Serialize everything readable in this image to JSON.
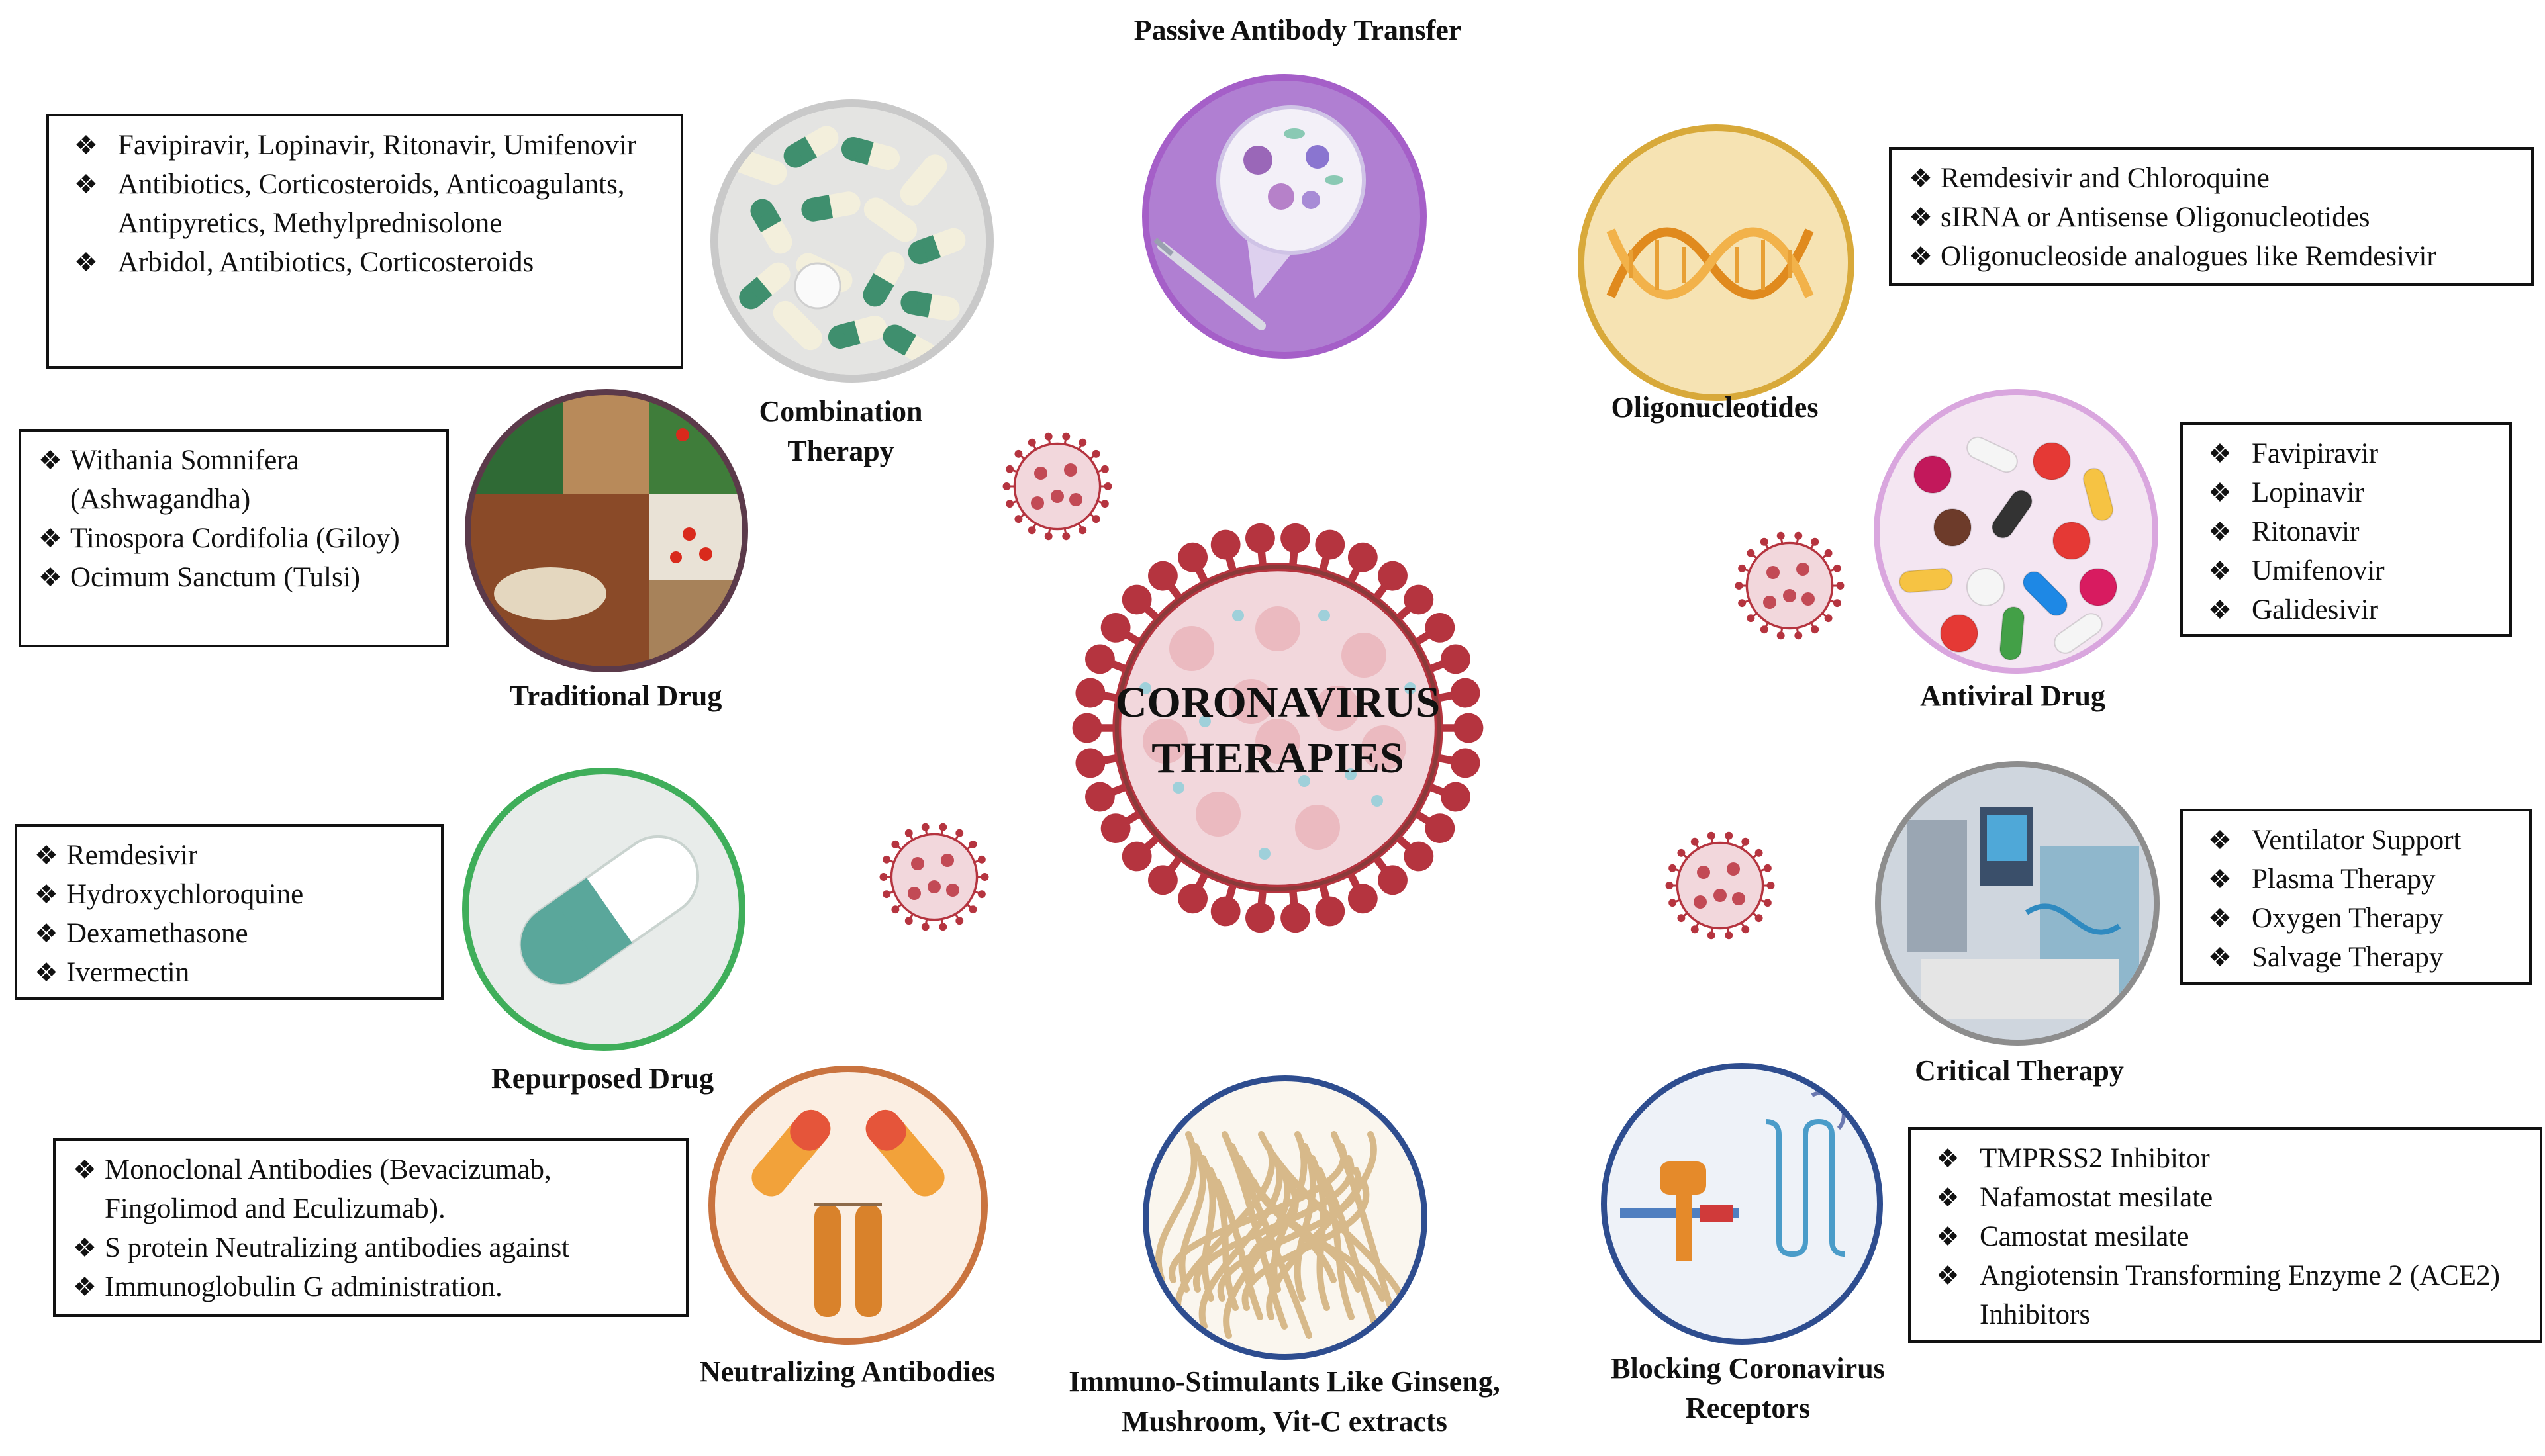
{
  "center": {
    "line1": "CORONAVIRUS",
    "line2": "THERAPIES"
  },
  "nodes": {
    "passive": {
      "label": "Passive Antibody Transfer"
    },
    "combination": {
      "label_line1": "Combination",
      "label_line2": "Therapy",
      "items": [
        "Favipiravir, Lopinavir, Ritonavir, Umifenovir",
        "Antibiotics, Corticosteroids, Anticoagulants, Antipyretics, Methylprednisolone",
        "Arbidol, Antibiotics, Corticosteroids"
      ]
    },
    "oligo": {
      "label": "Oligonucleotides",
      "items": [
        "Remdesivir and Chloroquine",
        "sIRNA or Antisense Oligonucleotides",
        "Oligonucleoside analogues like Remdesivir"
      ]
    },
    "traditional": {
      "label": "Traditional Drug",
      "items": [
        "Withania Somnifera (Ashwagandha)",
        "Tinospora Cordifolia (Giloy)",
        "Ocimum Sanctum (Tulsi)"
      ]
    },
    "antiviral": {
      "label": "Antiviral Drug",
      "items": [
        "Favipiravir",
        "Lopinavir",
        "Ritonavir",
        "Umifenovir",
        "Galidesivir"
      ]
    },
    "repurposed": {
      "label": "Repurposed Drug",
      "items": [
        "Remdesivir",
        "Hydroxychloroquine",
        "Dexamethasone",
        "Ivermectin"
      ]
    },
    "critical": {
      "label": "Critical Therapy",
      "items": [
        "Ventilator Support",
        "Plasma Therapy",
        "Oxygen Therapy",
        "Salvage Therapy"
      ]
    },
    "neutralizing": {
      "label": "Neutralizing Antibodies",
      "items": [
        "Monoclonal Antibodies (Bevacizumab, Fingolimod and Eculizumab).",
        "S protein Neutralizing antibodies against",
        "Immunoglobulin G administration."
      ]
    },
    "immuno": {
      "label_line1": "Immuno-Stimulants Like Ginseng,",
      "label_line2": "Mushroom, Vit-C extracts"
    },
    "blocking": {
      "label_line1": "Blocking Coronavirus",
      "label_line2": "Receptors",
      "items": [
        "TMPRSS2 Inhibitor",
        "Nafamostat mesilate",
        "Camostat mesilate",
        "Angiotensin Transforming Enzyme 2 (ACE2) Inhibitors"
      ]
    }
  },
  "colors": {
    "passive_ring": "#a55fc8",
    "combination_ring": "#c9c9c9",
    "oligo_ring": "#d8a93a",
    "traditional_ring": "#5b3a4a",
    "antiviral_ring": "#d9a6de",
    "repurposed_ring": "#3fae5a",
    "critical_ring": "#8d8d8d",
    "neutralizing_ring": "#c9733f",
    "immuno_ring": "#2e4d8f",
    "blocking_ring": "#2e4d8f",
    "virus_body": "#f2d7dc",
    "virus_spike": "#b5343f"
  }
}
